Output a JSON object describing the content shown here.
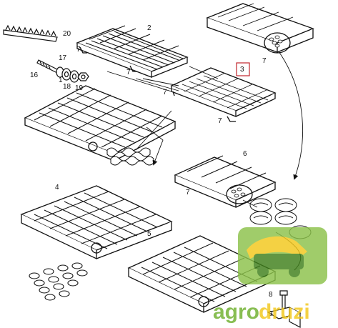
{
  "callouts": {
    "part_1": "1",
    "part_2": "2",
    "part_3": "3",
    "part_4": "4",
    "part_5": "5",
    "part_6": "6",
    "part_7a": "7",
    "part_7b": "7",
    "part_7c": "7",
    "part_7d": "7",
    "part_7e": "7",
    "part_7f": "7",
    "part_8": "8",
    "part_9": "9",
    "part_16": "16",
    "part_17": "17",
    "part_18": "18",
    "part_19": "19",
    "part_20": "20"
  },
  "watermark": {
    "text_left": "agro",
    "text_right": "druzi",
    "colors": {
      "primary": "#6fb02e",
      "accent": "#f2c81b",
      "shadow": "#3f7f1a"
    }
  }
}
